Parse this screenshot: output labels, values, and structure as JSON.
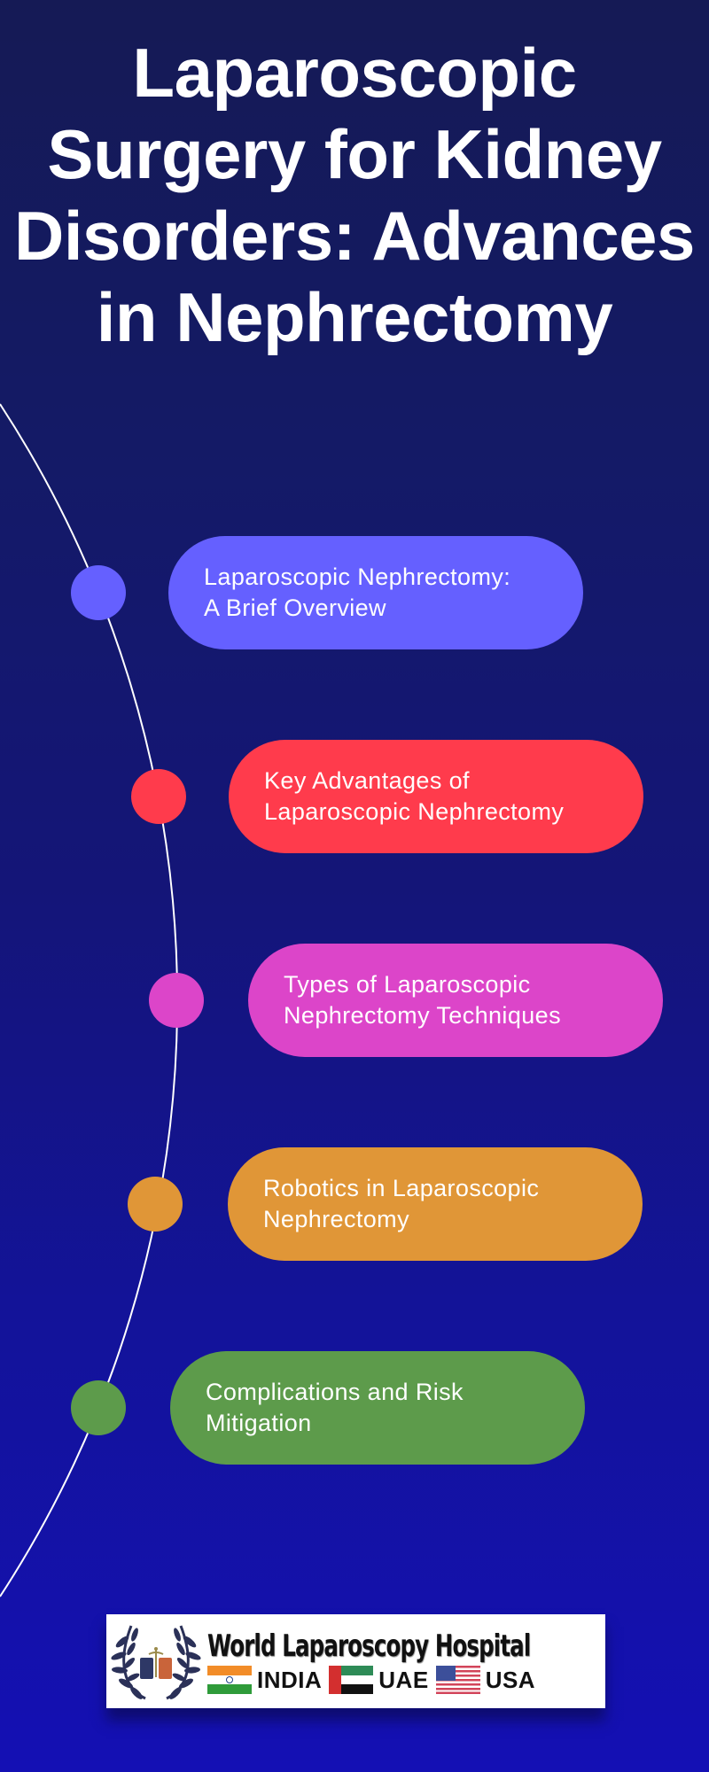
{
  "title": {
    "lines": [
      "Laparoscopic",
      "Surgery for Kidney",
      "Disorders: Advances",
      "in Nephrectomy"
    ]
  },
  "colors": {
    "background_top": "#151a55",
    "background_bottom": "#1410b4",
    "timeline_line": "#ffffff",
    "text": "#ffffff"
  },
  "timeline": {
    "items": [
      {
        "lines": [
          "Laparoscopic Nephrectomy:",
          "A Brief Overview"
        ],
        "color": "#6560ff",
        "dot_icon": "circle-marker-icon"
      },
      {
        "lines": [
          "Key Advantages of",
          "Laparoscopic Nephrectomy"
        ],
        "color": "#ff3b4c",
        "dot_icon": "circle-marker-icon"
      },
      {
        "lines": [
          "Types of Laparoscopic",
          "Nephrectomy Techniques"
        ],
        "color": "#dc45c9",
        "dot_icon": "circle-marker-icon"
      },
      {
        "lines": [
          "Robotics in Laparoscopic",
          "Nephrectomy"
        ],
        "color": "#e09637",
        "dot_icon": "circle-marker-icon"
      },
      {
        "lines": [
          "Complications and Risk",
          "Mitigation"
        ],
        "color": "#5d9b4b",
        "dot_icon": "circle-marker-icon"
      }
    ]
  },
  "logo": {
    "name": "World Laparoscopy Hospital",
    "emblem_icon": "laurel-wreath-caduceus-icon",
    "countries": [
      {
        "label": "INDIA",
        "flag_icon": "india-flag-icon"
      },
      {
        "label": "UAE",
        "flag_icon": "uae-flag-icon"
      },
      {
        "label": "USA",
        "flag_icon": "usa-flag-icon"
      }
    ]
  }
}
